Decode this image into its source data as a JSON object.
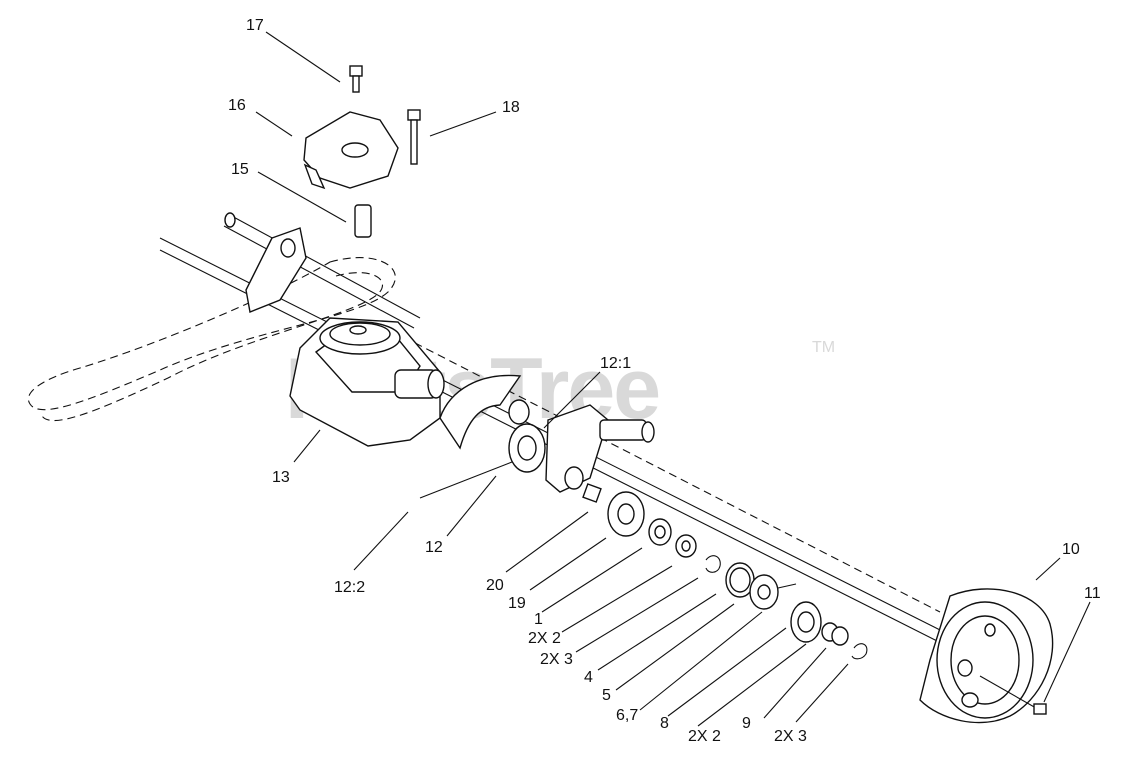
{
  "watermark": {
    "text": "PartsTree",
    "trademark": "TM"
  },
  "callouts": [
    {
      "id": "c17",
      "text": "17"
    },
    {
      "id": "c16",
      "text": "16"
    },
    {
      "id": "c18",
      "text": "18"
    },
    {
      "id": "c15",
      "text": "15"
    },
    {
      "id": "c12_1",
      "text": "12:1"
    },
    {
      "id": "c13",
      "text": "13"
    },
    {
      "id": "c12",
      "text": "12"
    },
    {
      "id": "c12_2",
      "text": "12:2"
    },
    {
      "id": "c20",
      "text": "20"
    },
    {
      "id": "c19",
      "text": "19"
    },
    {
      "id": "c1",
      "text": "1"
    },
    {
      "id": "c2x2a",
      "text": "2X 2"
    },
    {
      "id": "c2x3a",
      "text": "2X 3"
    },
    {
      "id": "c4",
      "text": "4"
    },
    {
      "id": "c5",
      "text": "5"
    },
    {
      "id": "c67",
      "text": "6,7"
    },
    {
      "id": "c8",
      "text": "8"
    },
    {
      "id": "c2x2b",
      "text": "2X 2"
    },
    {
      "id": "c9",
      "text": "9"
    },
    {
      "id": "c2x3b",
      "text": "2X 3"
    },
    {
      "id": "c10",
      "text": "10"
    },
    {
      "id": "c11",
      "text": "11"
    }
  ]
}
